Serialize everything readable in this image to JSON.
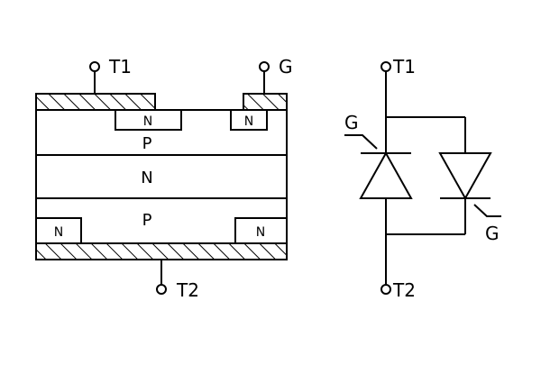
{
  "structure": {
    "terminals": {
      "t1": "T1",
      "g": "G",
      "t2": "T2"
    },
    "layers": {
      "p_top": "P",
      "n_mid": "N",
      "p_bottom": "P"
    },
    "n_regions": {
      "top_left": "N",
      "top_right": "N",
      "bottom_left": "N",
      "bottom_right": "N"
    }
  },
  "symbol": {
    "terminals": {
      "t1": "T1",
      "t2": "T2",
      "g_left": "G",
      "g_right": "G"
    }
  },
  "colors": {
    "stroke": "#000000",
    "background": "#ffffff"
  }
}
